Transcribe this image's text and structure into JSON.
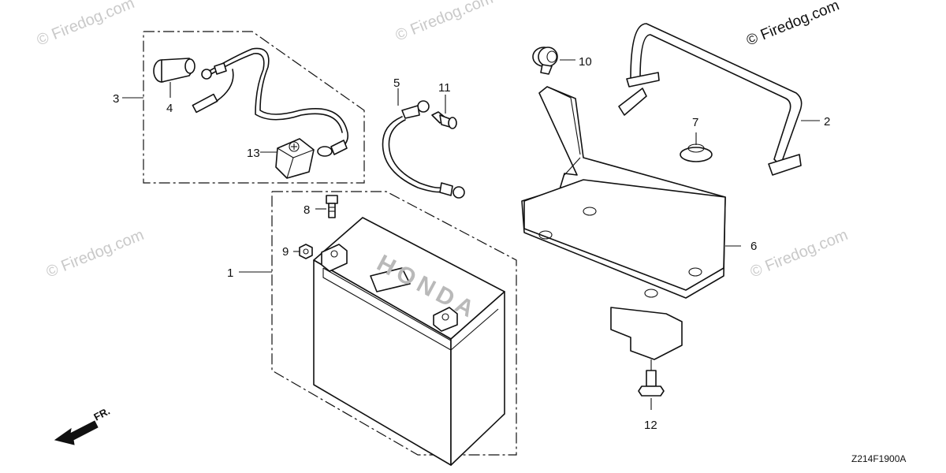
{
  "callouts": {
    "c1": "1",
    "c2": "2",
    "c3": "3",
    "c4": "4",
    "c5": "5",
    "c6": "6",
    "c7": "7",
    "c8": "8",
    "c9": "9",
    "c10": "10",
    "c11": "11",
    "c12": "12",
    "c13": "13"
  },
  "watermark": "© Firedog.com",
  "direction_label": "FR.",
  "figure_code": "Z214F1900A",
  "battery_logo": "HONDA"
}
